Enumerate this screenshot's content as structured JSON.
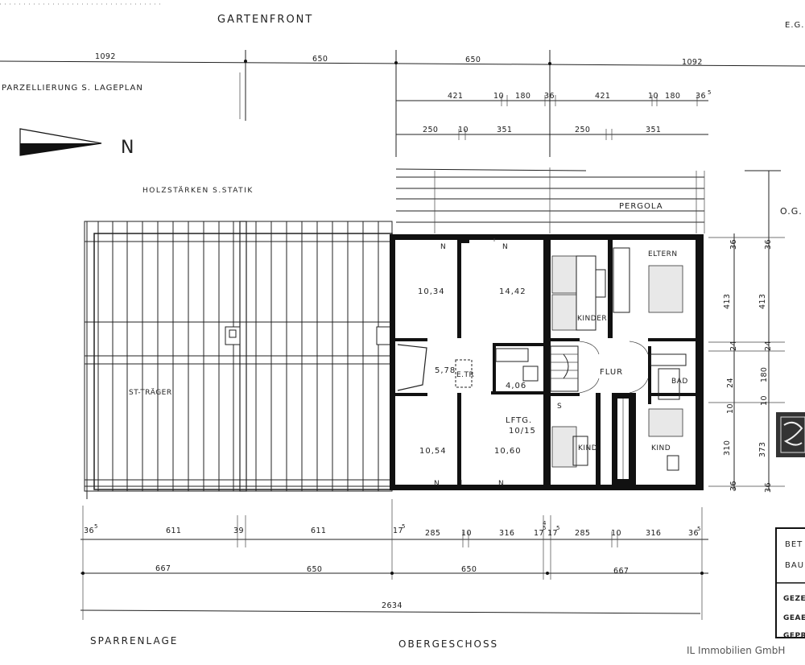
{
  "labels": {
    "gartenfront": "GARTENFRONT",
    "eg": "E.G.",
    "og": "O.G.",
    "parzellierung": "PARZELLIERUNG S. LAGEPLAN",
    "north": "N",
    "holzstaerken": "HOLZSTÄRKEN S.STATIK",
    "pergola": "PERGOLA",
    "st_traeger": "ST-TRÄGER",
    "sparrenlage": "SPARRENLAGE",
    "obergeschoss": "OBERGESCHOSS",
    "watermark": "IL Immobilien GmbH"
  },
  "rooms": {
    "r1034": "10,34",
    "r1442": "14,42",
    "r578": "5,78",
    "etr": "E.TR",
    "r406": "4,06",
    "lftg": "LFTG.",
    "lftg_size": "10/15",
    "r1054": "10,54",
    "r1060": "10,60",
    "n_top1": "N",
    "n_top2": "N",
    "n_bot1": "N",
    "n_bot2": "N",
    "kinder": "KINDER",
    "eltern": "ELTERN",
    "flur": "FLUR",
    "bad": "BAD",
    "s": "S",
    "kind1": "KIND",
    "kind2": "KIND"
  },
  "dims": {
    "top_overall": [
      "1092",
      "650",
      "650",
      "1092"
    ],
    "top_row1": [
      "421",
      "10",
      "180",
      "36",
      "421",
      "10",
      "180",
      "36",
      "5"
    ],
    "top_row2": [
      "250",
      "10",
      "351",
      "250",
      "351"
    ],
    "bottom_row1": [
      "36",
      "5",
      "611",
      "39",
      "611",
      "17",
      "5",
      "285",
      "10",
      "316",
      "17",
      "5",
      "4",
      "17",
      "5",
      "285",
      "10",
      "316",
      "36",
      "5"
    ],
    "bottom_row2": [
      "667",
      "650",
      "650",
      "667"
    ],
    "bottom_total": "2634",
    "right_outer": [
      "36",
      "5",
      "413",
      "5",
      "24",
      "24",
      "5",
      "10",
      "310",
      "36",
      "5"
    ],
    "right_inner": [
      "36",
      "5",
      "413",
      "5",
      "24",
      "180",
      "10",
      "373",
      "5",
      "36",
      "5"
    ]
  },
  "title_block": {
    "row1": "BET",
    "row2": "BAU",
    "row3": "GEZE",
    "row4": "GEAE",
    "row5": "GEPR"
  }
}
